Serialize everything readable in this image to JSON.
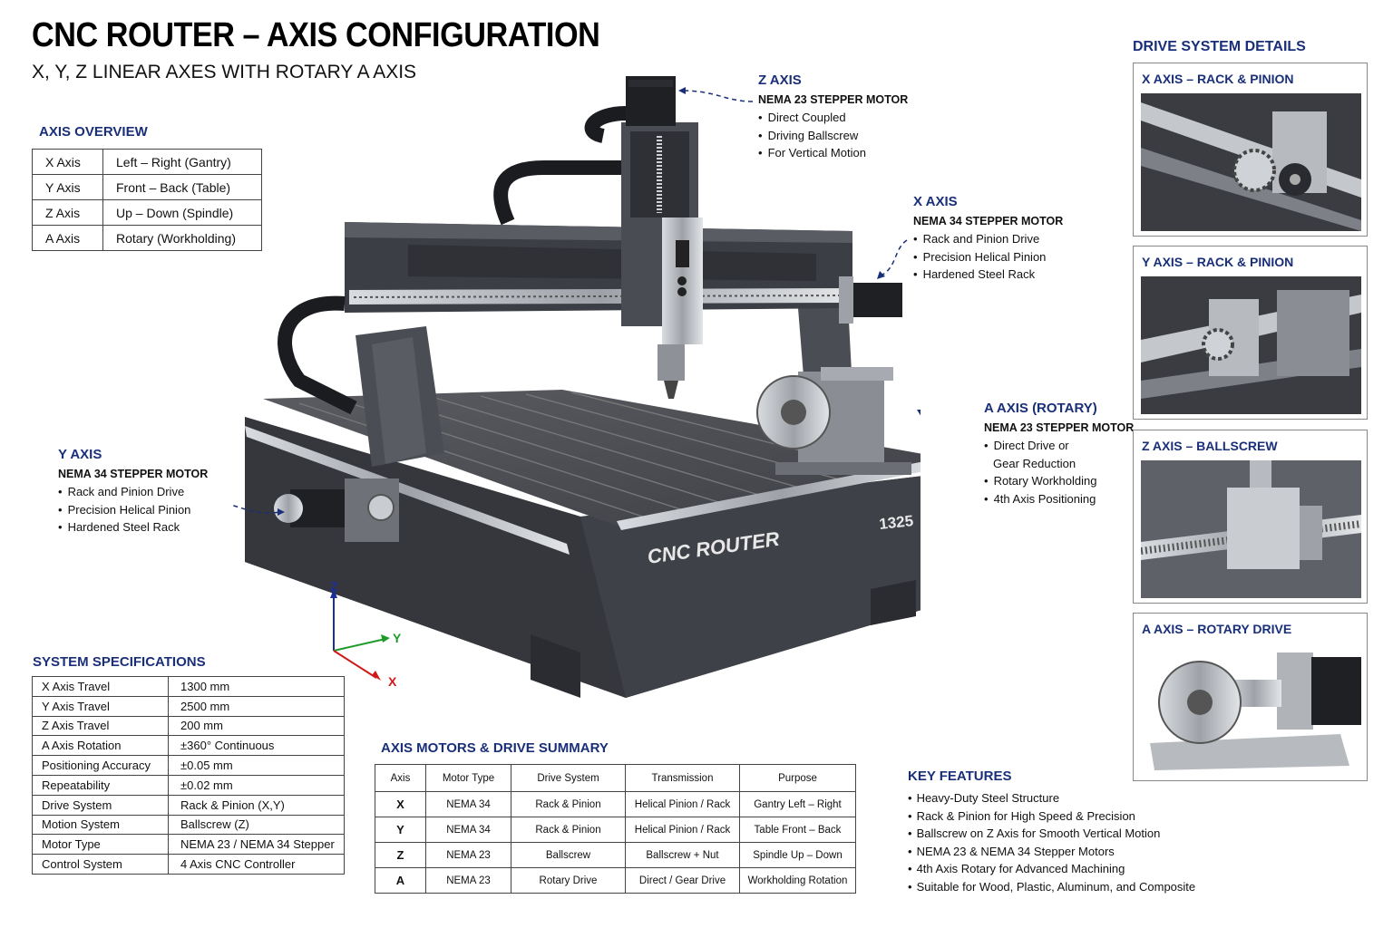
{
  "header": {
    "title": "CNC ROUTER – AXIS CONFIGURATION",
    "subtitle": "X, Y, Z LINEAR AXES WITH ROTARY A AXIS"
  },
  "axis_overview": {
    "title": "AXIS OVERVIEW",
    "rows": [
      {
        "axis": "X Axis",
        "desc": "Left – Right (Gantry)"
      },
      {
        "axis": "Y Axis",
        "desc": "Front – Back (Table)"
      },
      {
        "axis": "Z Axis",
        "desc": "Up – Down (Spindle)"
      },
      {
        "axis": "A Axis",
        "desc": "Rotary (Workholding)"
      }
    ]
  },
  "callouts": {
    "z": {
      "title": "Z AXIS",
      "motor": "NEMA 23 STEPPER MOTOR",
      "items": [
        "Direct Coupled",
        "Driving Ballscrew",
        "For Vertical Motion"
      ]
    },
    "x": {
      "title": "X AXIS",
      "motor": "NEMA 34 STEPPER MOTOR",
      "items": [
        "Rack and Pinion Drive",
        "Precision Helical Pinion",
        "Hardened Steel Rack"
      ]
    },
    "y": {
      "title": "Y AXIS",
      "motor": "NEMA 34 STEPPER MOTOR",
      "items": [
        "Rack and Pinion Drive",
        "Precision Helical Pinion",
        "Hardened Steel Rack"
      ]
    },
    "a": {
      "title": "A AXIS (ROTARY)",
      "motor": "NEMA 23 STEPPER MOTOR",
      "items": [
        "Direct Drive or",
        "Gear Reduction",
        "Rotary Workholding",
        "4th Axis Positioning"
      ]
    }
  },
  "machine": {
    "brand": "CNC ROUTER",
    "model": "1325",
    "triad": {
      "z": "Z",
      "y": "Y",
      "x": "X"
    }
  },
  "drive_details": {
    "title": "DRIVE SYSTEM DETAILS",
    "panels": [
      {
        "title": "X AXIS – RACK & PINION"
      },
      {
        "title": "Y AXIS – RACK & PINION"
      },
      {
        "title": "Z AXIS – BALLSCREW"
      },
      {
        "title": "A AXIS – ROTARY DRIVE"
      }
    ]
  },
  "system_specs": {
    "title": "SYSTEM SPECIFICATIONS",
    "rows": [
      {
        "label": "X Axis Travel",
        "value": "1300 mm"
      },
      {
        "label": "Y Axis Travel",
        "value": "2500 mm"
      },
      {
        "label": "Z Axis Travel",
        "value": "200 mm"
      },
      {
        "label": "A Axis Rotation",
        "value": "±360° Continuous"
      },
      {
        "label": "Positioning Accuracy",
        "value": "±0.05 mm"
      },
      {
        "label": "Repeatability",
        "value": "±0.02 mm"
      },
      {
        "label": "Drive System",
        "value": "Rack & Pinion (X,Y)"
      },
      {
        "label": "Motion System",
        "value": "Ballscrew (Z)"
      },
      {
        "label": "Motor Type",
        "value": "NEMA 23 / NEMA 34 Stepper"
      },
      {
        "label": "Control System",
        "value": "4 Axis CNC Controller"
      }
    ]
  },
  "motor_summary": {
    "title": "AXIS MOTORS & DRIVE SUMMARY",
    "headers": [
      "Axis",
      "Motor Type",
      "Drive System",
      "Transmission",
      "Purpose"
    ],
    "rows": [
      [
        "X",
        "NEMA 34",
        "Rack & Pinion",
        "Helical Pinion / Rack",
        "Gantry Left – Right"
      ],
      [
        "Y",
        "NEMA 34",
        "Rack & Pinion",
        "Helical Pinion / Rack",
        "Table Front – Back"
      ],
      [
        "Z",
        "NEMA 23",
        "Ballscrew",
        "Ballscrew + Nut",
        "Spindle Up – Down"
      ],
      [
        "A",
        "NEMA 23",
        "Rotary Drive",
        "Direct / Gear Drive",
        "Workholding Rotation"
      ]
    ]
  },
  "key_features": {
    "title": "KEY FEATURES",
    "items": [
      "Heavy-Duty Steel Structure",
      "Rack & Pinion for High Speed & Precision",
      "Ballscrew on Z Axis for Smooth Vertical Motion",
      "NEMA 23 & NEMA 34 Stepper Motors",
      "4th Axis Rotary for Advanced Machining",
      "Suitable for Wood, Plastic, Aluminum, and Composite"
    ]
  },
  "colors": {
    "accent": "#1a2f7a",
    "machine_body": "#3b3d44",
    "rail": "#b8bcc2",
    "axis_z": "#1a2f9a",
    "axis_y": "#1f9a2a",
    "axis_x": "#d01a1a"
  }
}
